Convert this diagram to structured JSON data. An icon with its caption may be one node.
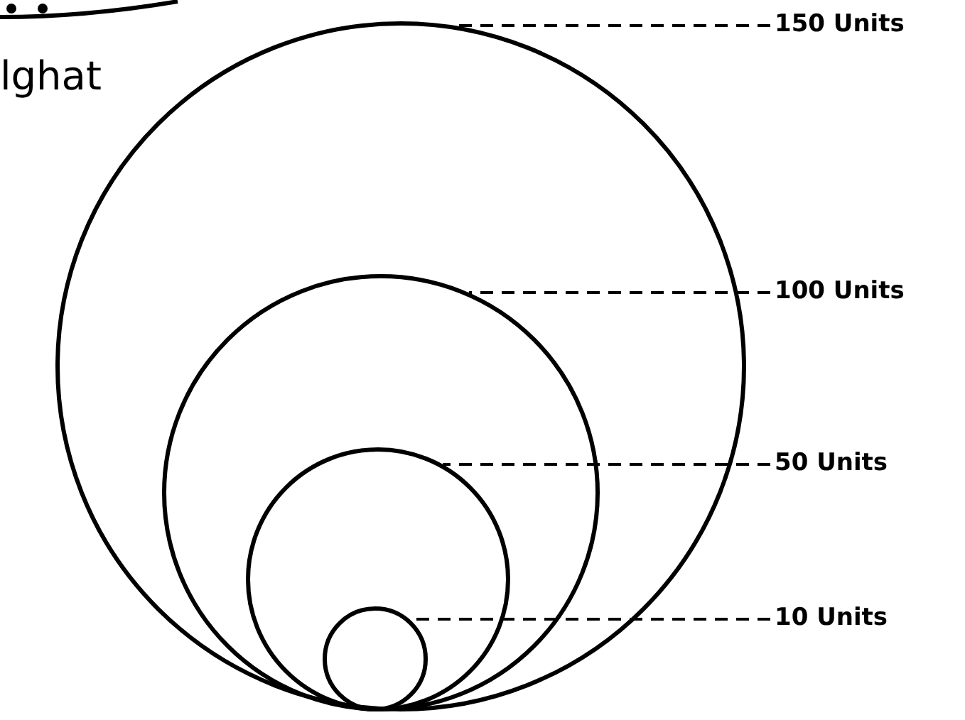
{
  "diagram": {
    "nodes": [
      {
        "text": [],
        "shape": "circle"
      },
      {
        "text": [],
        "shape": "circle",
        "in": 0
      },
      {
        "text": [],
        "shape": "circle",
        "in": 1
      },
      {
        "text": [],
        "shape": "circle",
        "in": 2
      },
      {
        "text": [
          "150 Units"
        ]
      },
      {
        "text": [
          "100 Units"
        ]
      },
      {
        "text": [
          "50 Units"
        ]
      },
      {
        "text": [
          "10 Units"
        ]
      }
    ],
    "edges": [
      {
        "from": 4,
        "to": 0,
        "arrow": "none",
        "style": "dashed"
      },
      {
        "from": 5,
        "to": 1,
        "arrow": "none",
        "style": "dashed"
      },
      {
        "from": 6,
        "to": 2,
        "arrow": "none",
        "style": "dashed"
      },
      {
        "from": 7,
        "to": 3,
        "arrow": "none",
        "style": "dashed"
      }
    ],
    "labels": [
      "lghat"
    ]
  }
}
